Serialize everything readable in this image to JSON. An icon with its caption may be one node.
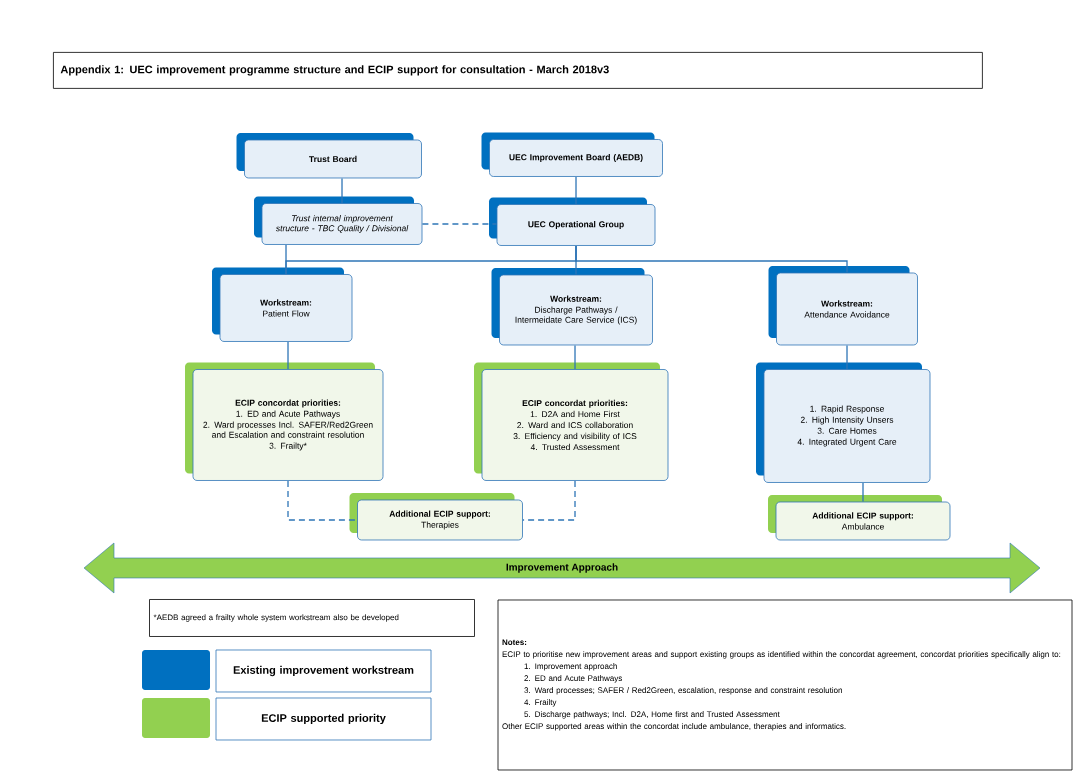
{
  "diagram": {
    "title": "Appendix 1: UEC improvement programme structure and ECIP support for consultation - March 2018v3",
    "nodes": [
      {
        "text": [
          "Trust Board"
        ]
      },
      {
        "text": [
          "UEC Improvement Board (AEDB)"
        ]
      },
      {
        "text": [
          "Trust internal improvement structure - TBC Quality / Divisional"
        ]
      },
      {
        "text": [
          "UEC Operational Group"
        ]
      },
      {
        "text": [
          "Workstream:",
          "Patient Flow"
        ]
      },
      {
        "text": [
          "Workstream:",
          "Discharge Pathways / Intermeidate Care Service (ICS)"
        ]
      },
      {
        "text": [
          "Workstream:",
          "Attendance Avoidance"
        ]
      },
      {
        "text": [
          "ECIP concordat priorities:",
          "1. ED and Acute Pathways",
          "2. Ward processes Incl. SAFER/Red2Green and Escalation and constraint resolution",
          "3. Frailty*"
        ]
      },
      {
        "text": [
          "ECIP concordat priorities:",
          "1. D2A and Home First",
          "2. Ward and ICS collaboration",
          "3. Efficiency and visibility of ICS",
          "4. Trusted Assessment"
        ]
      },
      {
        "text": [
          "1. Rapid Response",
          "2. High Intensity Unsers",
          "3. Care Homes",
          "4. Integrated Urgent Care"
        ]
      },
      {
        "text": [
          "Additional ECIP support:",
          "Therapies"
        ]
      },
      {
        "text": [
          "Additional ECIP support:",
          "Ambulance"
        ]
      },
      {
        "text": [
          "Improvement Approach"
        ]
      },
      {
        "text": [
          "*AEDB agreed a frailty whole system workstream also be developed"
        ]
      },
      {
        "text": [
          "Notes:",
          "ECIP to prioritise new improvement areas and support existing groups as identified within the concordat agreement, concordat priorities specifically align to:",
          "1. Improvement approach",
          "2. ED and Acute Pathways",
          "3. Ward processes; SAFER / Red2Green, escalation, response and constraint resolution",
          "4. Frailty",
          "5. Discharge pathways; Incl. D2A, Home first and Trusted Assessment",
          "Other ECIP supported areas within the concordat include ambulance, therapies and informatics."
        ]
      }
    ],
    "edges": [
      {
        "from": 0,
        "to": 2,
        "arrow": "none"
      },
      {
        "from": 1,
        "to": 3,
        "arrow": "none"
      },
      {
        "from": 2,
        "to": 3,
        "arrow": "none",
        "style": "dashed"
      },
      {
        "from": 3,
        "to": 4,
        "arrow": "none"
      },
      {
        "from": 3,
        "to": 5,
        "arrow": "none"
      },
      {
        "from": 3,
        "to": 6,
        "arrow": "none"
      },
      {
        "from": 2,
        "to": 4,
        "arrow": "none"
      },
      {
        "from": 4,
        "to": 7,
        "arrow": "none"
      },
      {
        "from": 5,
        "to": 8,
        "arrow": "none"
      },
      {
        "from": 6,
        "to": 9,
        "arrow": "none"
      },
      {
        "from": 9,
        "to": 11,
        "arrow": "none"
      },
      {
        "from": 7,
        "to": 10,
        "arrow": "none",
        "style": "dashed"
      },
      {
        "from": 8,
        "to": 10,
        "arrow": "none",
        "style": "dashed"
      }
    ],
    "legend": [
      {
        "text": "Existing improvement workstream",
        "color": "#0070c0"
      },
      {
        "text": "ECIP supported priority",
        "color": "#92d050"
      }
    ]
  }
}
